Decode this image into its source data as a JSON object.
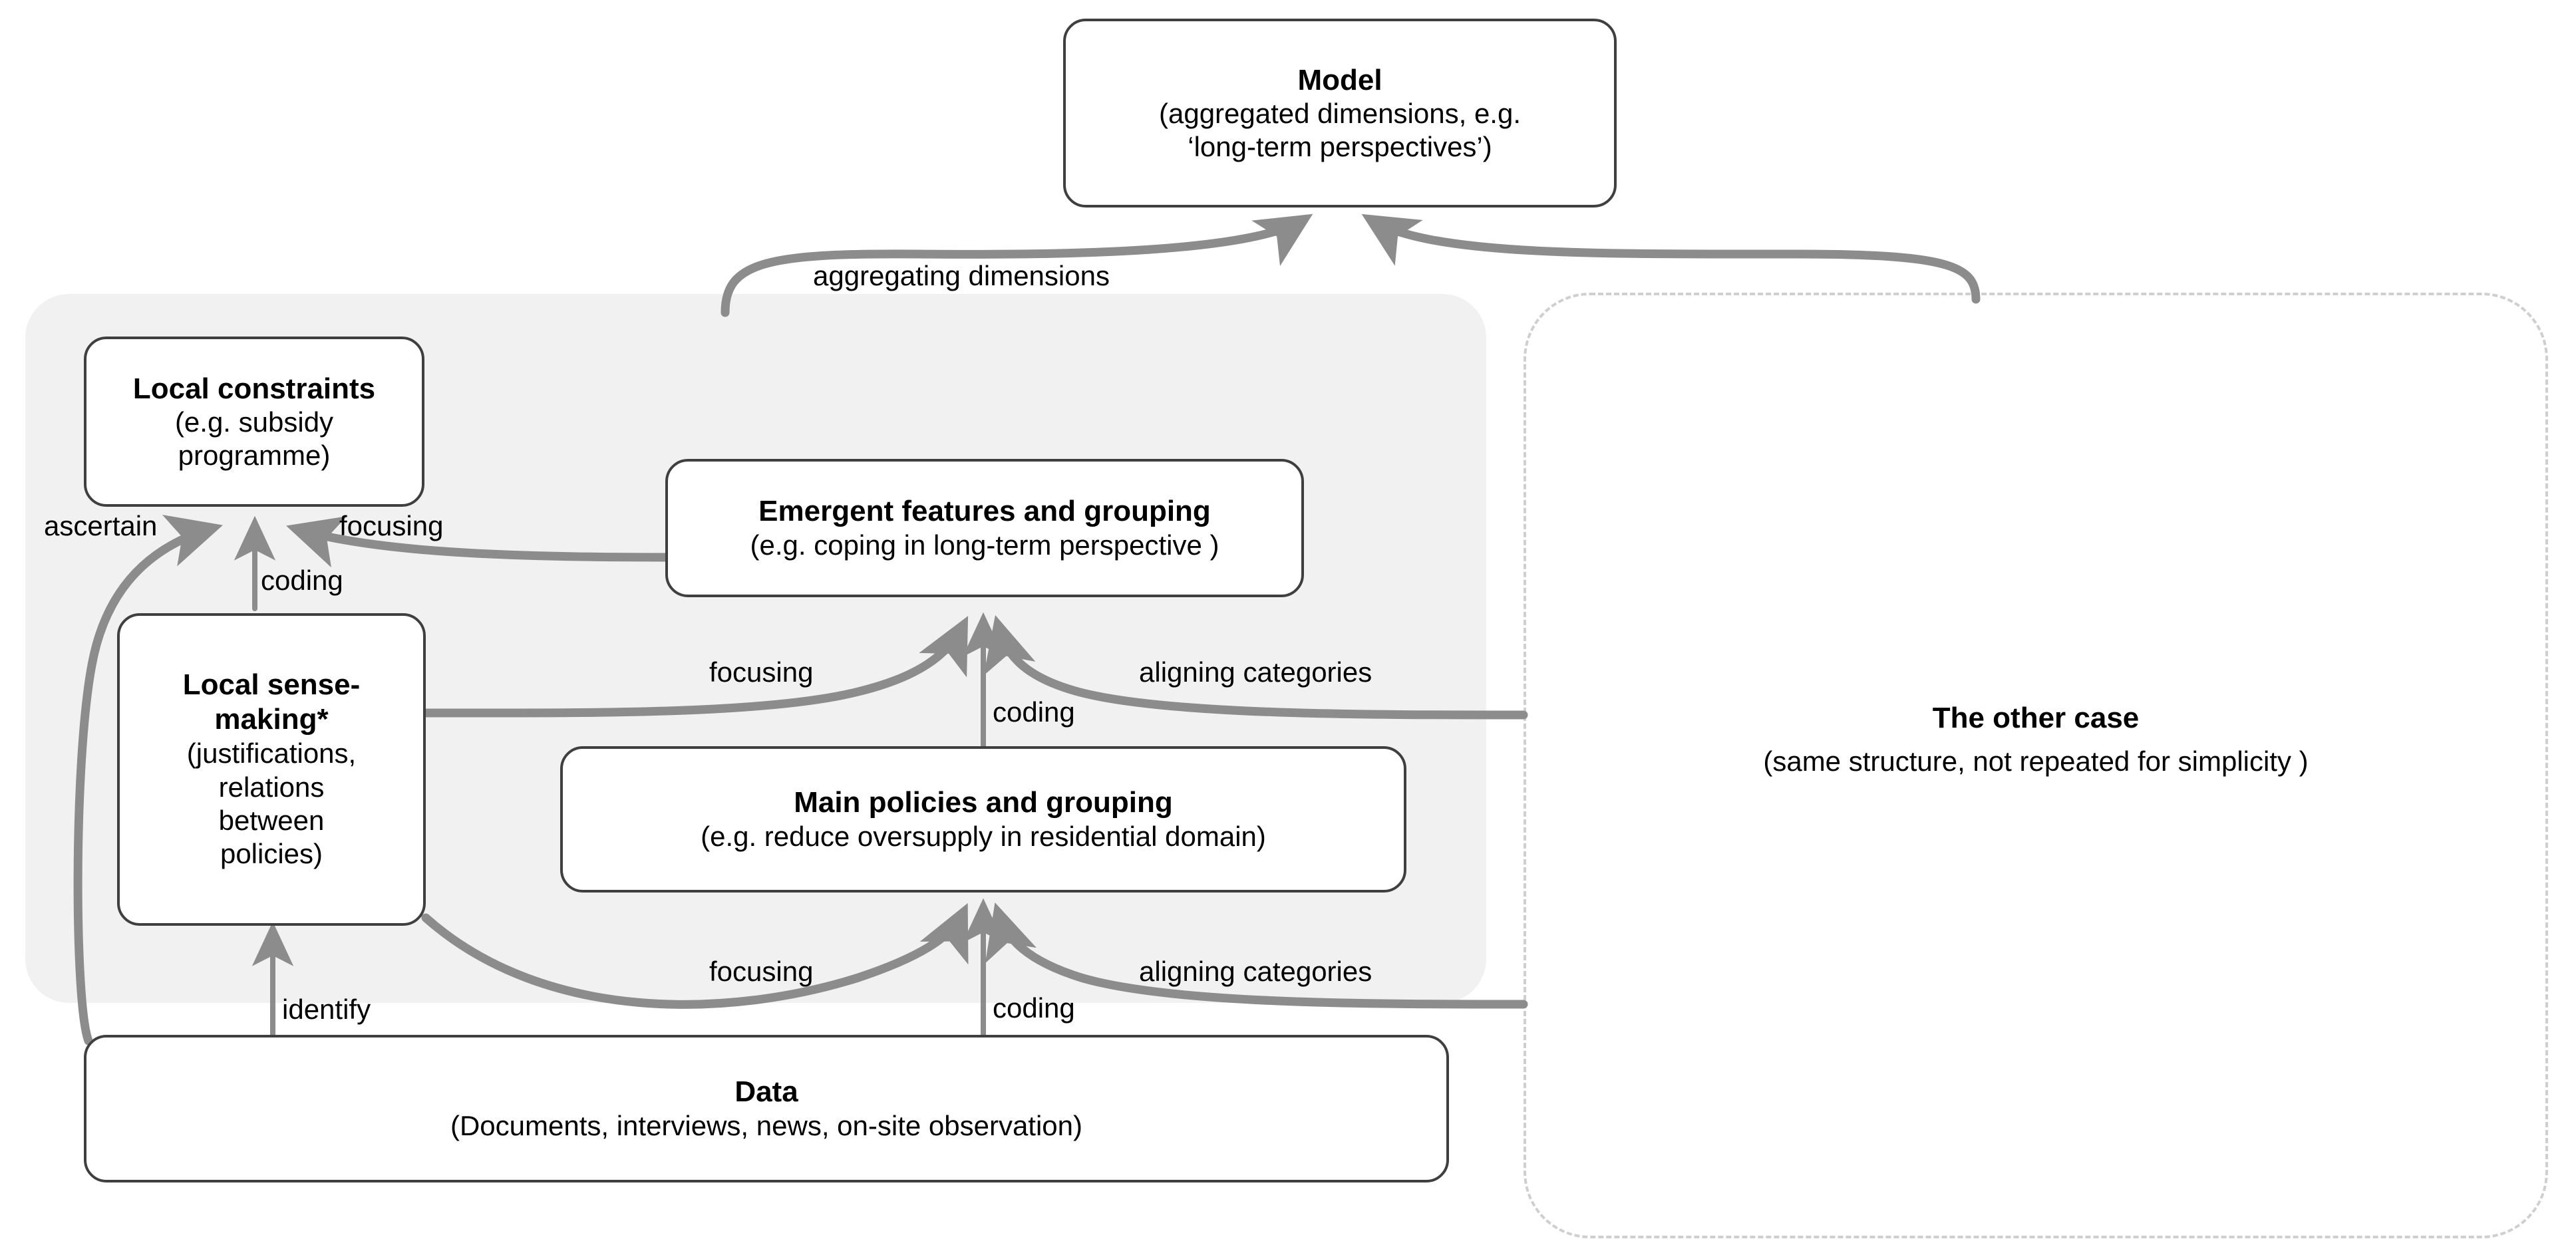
{
  "diagram": {
    "type": "flow-diagram",
    "title_node": "Model",
    "nodes": [
      {
        "id": "model",
        "title": "Model",
        "subtitle_lines": [
          "(aggregated dimensions, e.g.",
          "‘long-term perspectives’)"
        ]
      },
      {
        "id": "local-constraints",
        "title": "Local constraints",
        "subtitle_lines": [
          "(e.g. subsidy",
          "programme)"
        ]
      },
      {
        "id": "emergent-features",
        "title": "Emergent features and grouping",
        "subtitle_lines": [
          "(e.g. coping in long-term perspective )"
        ]
      },
      {
        "id": "local-sense-making",
        "title_lines": [
          "Local sense-",
          "making*"
        ],
        "subtitle_lines": [
          "(justifications,",
          "relations",
          "between",
          "policies)"
        ]
      },
      {
        "id": "main-policies",
        "title": "Main policies and grouping",
        "subtitle_lines": [
          "(e.g. reduce oversupply in residential domain)"
        ]
      },
      {
        "id": "data",
        "title": "Data",
        "subtitle_lines": [
          "(Documents, interviews, news, on-site observation)"
        ]
      },
      {
        "id": "other-case",
        "title": "The other case",
        "subtitle_lines": [
          "(same structure, not repeated for simplicity )"
        ]
      }
    ],
    "edge_labels": {
      "aggregating_dimensions": "aggregating dimensions",
      "ascertain": "ascertain",
      "focusing_constraints": "focusing",
      "coding_constraints": "coding",
      "focusing_emergent": "focusing",
      "coding_emergent": "coding",
      "aligning_emergent": "aligning categories",
      "focusing_policies": "focusing",
      "coding_policies": "coding",
      "aligning_policies": "aligning categories",
      "identify": "identify"
    },
    "colors": {
      "node_border": "#3f3f3f",
      "node_fill": "#ffffff",
      "case_panel_fill": "#f1f1f1",
      "dashed_border": "#cfcfcf",
      "arrow_stroke": "#8c8c8c",
      "thin_arrow_stroke": "#8c8c8c",
      "text": "#000000"
    }
  }
}
